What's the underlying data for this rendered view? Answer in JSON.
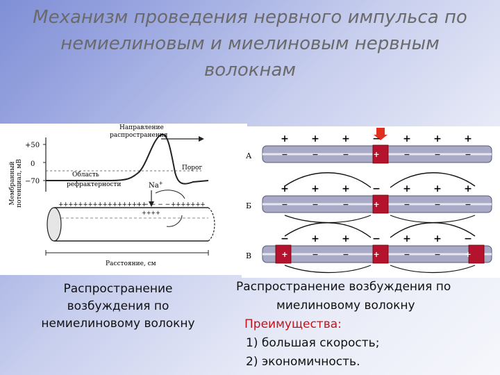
{
  "title": {
    "line1": "Механизм проведения нервного импульса по",
    "line2": "немиелиновым и миелиновым нервным",
    "line3": "волокнам"
  },
  "left_figure": {
    "direction_label_1": "Направление",
    "direction_label_2": "распространения",
    "ylabel_1": "Мембранный",
    "ylabel_2": "потенциал, мВ",
    "ticks": [
      "+50",
      "0",
      "−70"
    ],
    "threshold": "Порог",
    "refractory_1": "Область",
    "refractory_2": "рефрактерности",
    "sodium": "Na",
    "sodium_sup": "+",
    "charges_top": "++++++++++++++++++",
    "charges_mid": "− − − − −",
    "charges_right": "+++++++",
    "charges_inner": "++++",
    "xlabel": "Расстояние, см",
    "colors": {
      "line": "#222222",
      "fiber": "#f2f2f2"
    }
  },
  "right_figure": {
    "rows": [
      {
        "label": "А",
        "signs": [
          "+",
          "+",
          "+",
          "−",
          "+",
          "+",
          "+"
        ],
        "inner": [
          "−",
          "−",
          "−",
          "+",
          "−",
          "−",
          "−"
        ]
      },
      {
        "label": "Б",
        "signs": [
          "+",
          "+",
          "+",
          "−",
          "+",
          "+",
          "+"
        ],
        "inner": [
          "−",
          "−",
          "−",
          "+",
          "−",
          "−",
          "−"
        ]
      },
      {
        "label": "В",
        "signs": [
          "−",
          "+",
          "+",
          "−",
          "+",
          "+",
          "−"
        ],
        "inner": [
          "+",
          "−",
          "−",
          "+",
          "−",
          "−",
          "+"
        ]
      }
    ],
    "colors": {
      "node": "#b5122e",
      "fiber": "#a8aac6",
      "arrow": "#e0301e"
    }
  },
  "captions": {
    "left": {
      "line1": "Распространение",
      "line2": "возбуждения по",
      "line3": "немиелиновому волокну"
    },
    "right": {
      "line1": "Распространение возбуждения по",
      "line2": "миелиновому волокну",
      "advantages": "Преимущества:",
      "item1": "1) большая скорость;",
      "item2": "2) экономичность."
    }
  }
}
